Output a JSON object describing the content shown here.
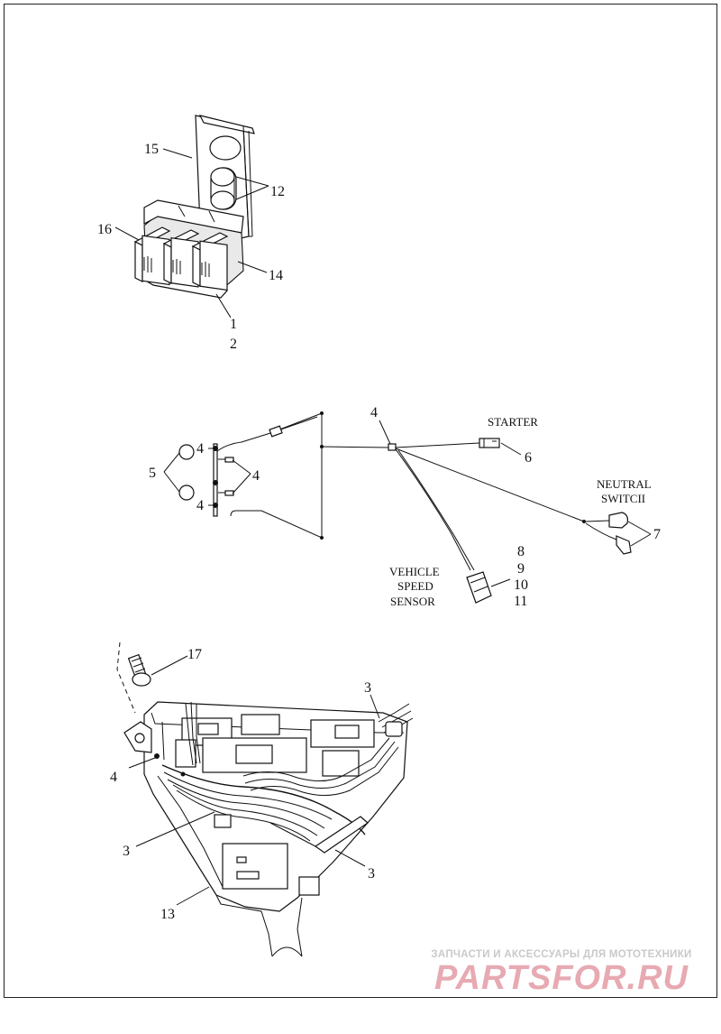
{
  "callouts": {
    "c15": "15",
    "c12": "12",
    "c16": "16",
    "c14": "14",
    "c1": "1",
    "c2": "2",
    "c4a": "4",
    "c4b": "4",
    "c4c": "4",
    "c4d": "4",
    "c5": "5",
    "c6": "6",
    "c7": "7",
    "c8": "8",
    "c9": "9",
    "c10": "10",
    "c11": "11",
    "c17": "17",
    "c3a": "3",
    "c3b": "3",
    "c3c": "3",
    "c4e": "4",
    "c13": "13"
  },
  "labels": {
    "starter": "STARTER",
    "neutral_line1": "NEUTRAL",
    "neutral_line2": "SWITCII",
    "vss_line1": "VEHICLE",
    "vss_line2": "SPEED",
    "vss_line3": "SENSOR"
  },
  "watermark": {
    "tagline": "ЗАПЧАСТИ И АКСЕССУАРЫ ДЛЯ МОТОТЕХНИКИ",
    "brand": "PARTSFOR.RU"
  },
  "colors": {
    "line": "#111111",
    "watermark_tagline": "#c9c9c9",
    "watermark_brand": "#e7aab2"
  }
}
